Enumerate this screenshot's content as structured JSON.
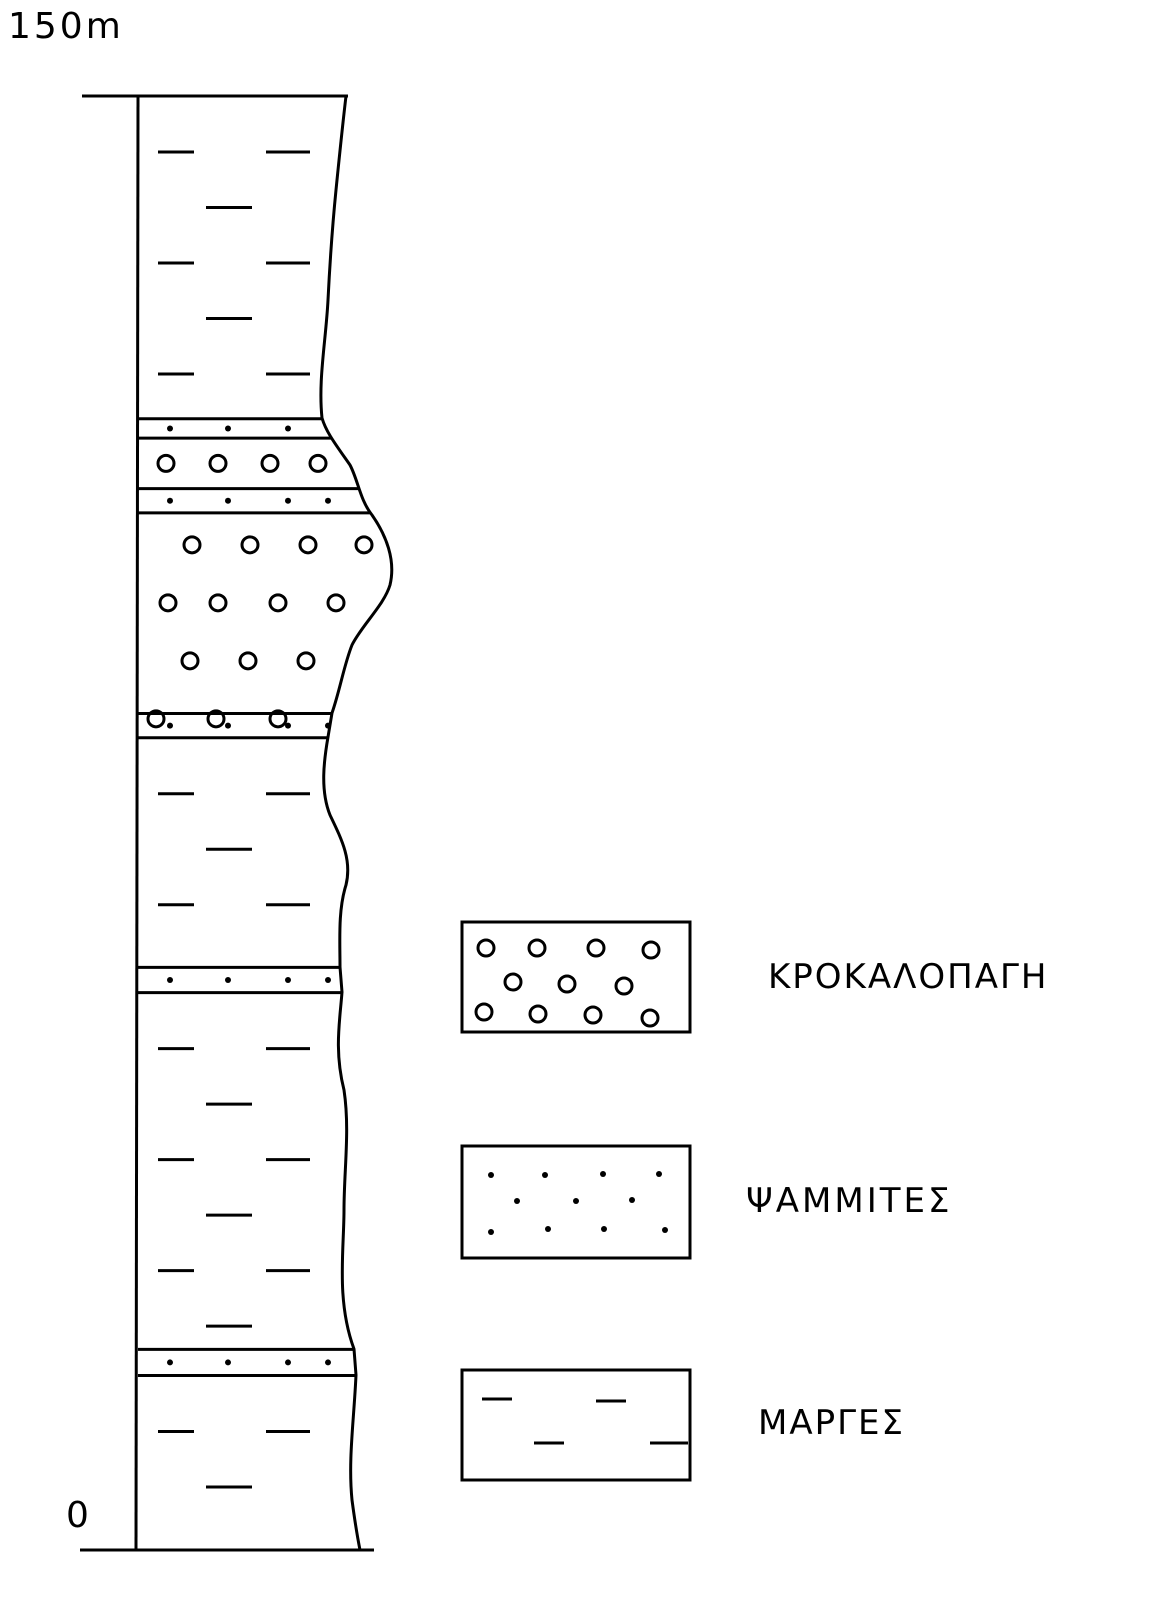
{
  "scale": {
    "top_label": "150m",
    "bottom_label": "0",
    "top_value_m": 150,
    "bottom_value_m": 0
  },
  "layers": [
    {
      "lithology": "marl",
      "from_m": 0,
      "to_m": 18
    },
    {
      "lithology": "sandstone",
      "from_m": 18,
      "to_m": 20.7
    },
    {
      "lithology": "marl",
      "from_m": 20.7,
      "to_m": 57.5
    },
    {
      "lithology": "sandstone",
      "from_m": 57.5,
      "to_m": 60.1
    },
    {
      "lithology": "marl",
      "from_m": 60.1,
      "to_m": 83.8
    },
    {
      "lithology": "sandstone",
      "from_m": 83.8,
      "to_m": 86.3
    },
    {
      "lithology": "conglomerate",
      "from_m": 86.3,
      "to_m": 107
    },
    {
      "lithology": "sandstone",
      "from_m": 107,
      "to_m": 109.5
    },
    {
      "lithology": "conglomerate",
      "from_m": 109.5,
      "to_m": 114.7
    },
    {
      "lithology": "sandstone",
      "from_m": 114.7,
      "to_m": 116.7
    },
    {
      "lithology": "marl",
      "from_m": 116.7,
      "to_m": 150
    }
  ],
  "legend": [
    {
      "lithology": "conglomerate",
      "label": "ΚΡΟΚΑΛΟΠΑΓΗ"
    },
    {
      "lithology": "sandstone",
      "label": "ΨΑΜΜΙΤΕΣ"
    },
    {
      "lithology": "marl",
      "label": "ΜΑΡΓΕΣ"
    }
  ],
  "colors": {
    "ink": "#000000",
    "paper": "#ffffff"
  }
}
